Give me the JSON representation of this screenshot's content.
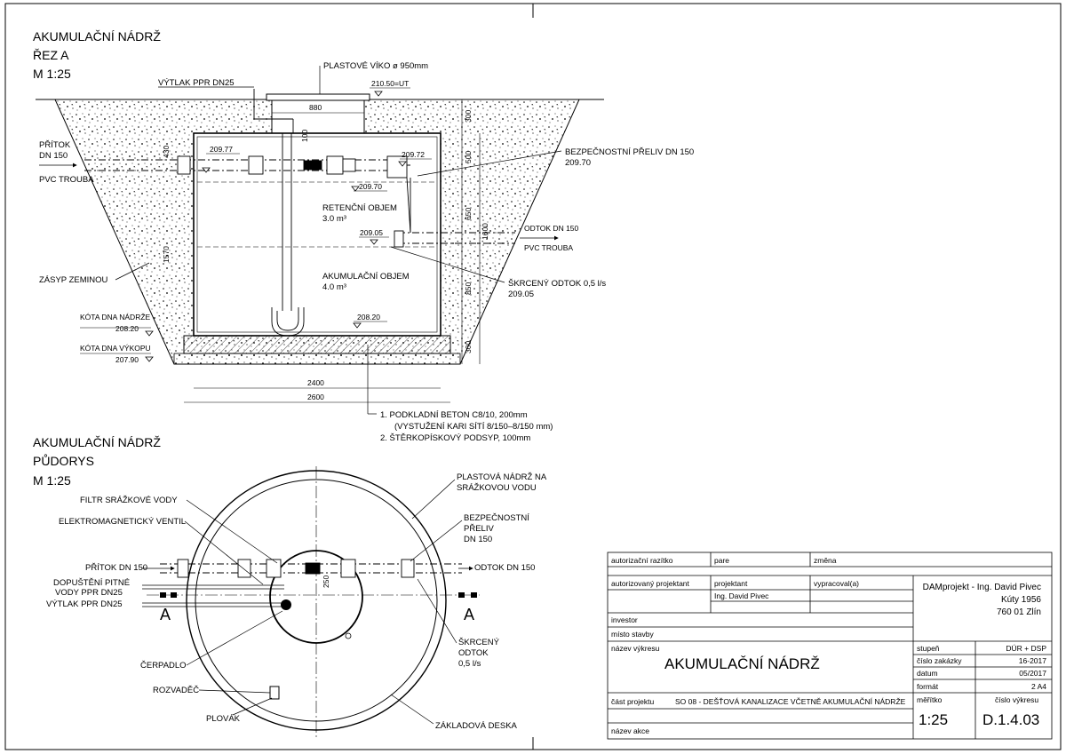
{
  "section": {
    "title": "AKUMULAČNÍ NÁDRŽ",
    "subtitle": "ŘEZ A",
    "scale": "M 1:25",
    "labels": {
      "lid": "PLASTOVÉ VÍKO ø 950mm",
      "level_top": "210.50=UT",
      "discharge": "VÝTLAK PPR DN25",
      "inflow_1": "PŘÍTOK",
      "inflow_2": "DN 150",
      "pvc_in": "PVC TROUBA",
      "overflow": "BEZPEČNOSTNÍ PŘELIV DN 150",
      "overflow_level": "209.70",
      "outflow": "ODTOK DN 150",
      "pvc_out": "PVC TROUBA",
      "retention_1": "RETENČNÍ OBJEM",
      "retention_2": "3.0 m³",
      "accumulation_1": "AKUMULAČNÍ OBJEM",
      "accumulation_2": "4.0 m³",
      "throttle": "ŠKRCENÝ ODTOK 0,5 l/s",
      "throttle_level": "209.05",
      "backfill": "ZÁSYP ZEMINOU",
      "bottom_tank": "KÓTA DNA NÁDRŽE",
      "bottom_tank_val": "208.20",
      "bottom_pit": "KÓTA DNA VÝKOPU",
      "bottom_pit_val": "207.90",
      "note_1": "1.  PODKLADNÍ BETON C8/10, 200mm",
      "note_1b": "(VYSTUŽENÍ KARI SÍTÍ 8/150–8/150 mm)",
      "note_2": "2.  ŠTĚRKOPÍSKOVÝ PODSYP, 100mm"
    },
    "dims": {
      "lid_w": "880",
      "d100": "100",
      "d430": "430",
      "lv_in": "209.77",
      "lv_ov": "209.72",
      "lv_mid": "209.70",
      "lv_out": "209.05",
      "lv_bot": "208.20",
      "r300a": "300",
      "r500": "500",
      "r650a": "650",
      "r1600": "1600",
      "r850": "850",
      "r300b": "300",
      "l1570": "1570",
      "w2400": "2400",
      "w2600": "2600"
    }
  },
  "plan": {
    "title": "AKUMULAČNÍ NÁDRŽ",
    "subtitle": "PŮDORYS",
    "scale": "M 1:25",
    "labels": {
      "filter": "FILTR SRÁŽKOVÉ VODY",
      "valve": "ELEKTROMAGNETICKÝ VENTIL",
      "inflow": "PŘÍTOK DN 150",
      "potable_1": "DOPUŠTĚNÍ PITNÉ",
      "potable_2": "VODY PPR DN25",
      "discharge": "VÝTLAK PPR DN25",
      "section_a_left": "A",
      "section_a_right": "A",
      "pump": "ČERPADLO",
      "switchboard": "ROZVADĚČ",
      "float": "PLOVÁK",
      "slab": "ZÁKLADOVÁ DESKA",
      "tank_1": "PLASTOVÁ NÁDRŽ NA",
      "tank_2": "SRÁŽKOVOU VODU",
      "overflow_1": "BEZPEČNOSTNÍ",
      "overflow_2": "PŘELIV",
      "overflow_3": "DN 150",
      "outflow": "ODTOK DN 150",
      "throttle_1": "ŠKRCENÝ",
      "throttle_2": "ODTOK",
      "throttle_3": "0,5 l/s",
      "d250": "250"
    }
  },
  "title_block": {
    "r1": {
      "a": "autorizační razítko",
      "b": "pare",
      "c": "změna"
    },
    "auth_engineer": "autorizovaný projektant",
    "designer": "projektant",
    "designer_name": "Ing. David Pivec",
    "prepared": "vypracoval(a)",
    "company_1": "DAMprojekt - Ing. David Pivec",
    "company_2": "Kúty 1956",
    "company_3": "760 01 Zlín",
    "investor": "investor",
    "site": "místo stavby",
    "drawing_name_label": "název výkresu",
    "drawing_name": "AKUMULAČNÍ NÁDRŽ",
    "project_part_label": "část projektu",
    "project_part": "SO 08 - DEŠŤOVÁ KANALIZACE VČETNĚ AKUMULAČNÍ NÁDRŽE",
    "action_label": "název akce",
    "stage_label": "stupeň",
    "stage": "DÚR + DSP",
    "order_label": "číslo zakázky",
    "order": "16-2017",
    "date_label": "datum",
    "date": "05/2017",
    "format_label": "formát",
    "format": "2 A4",
    "scale_label": "měřítko",
    "scale": "1:25",
    "drawing_no_label": "číslo výkresu",
    "drawing_no": "D.1.4.03"
  }
}
